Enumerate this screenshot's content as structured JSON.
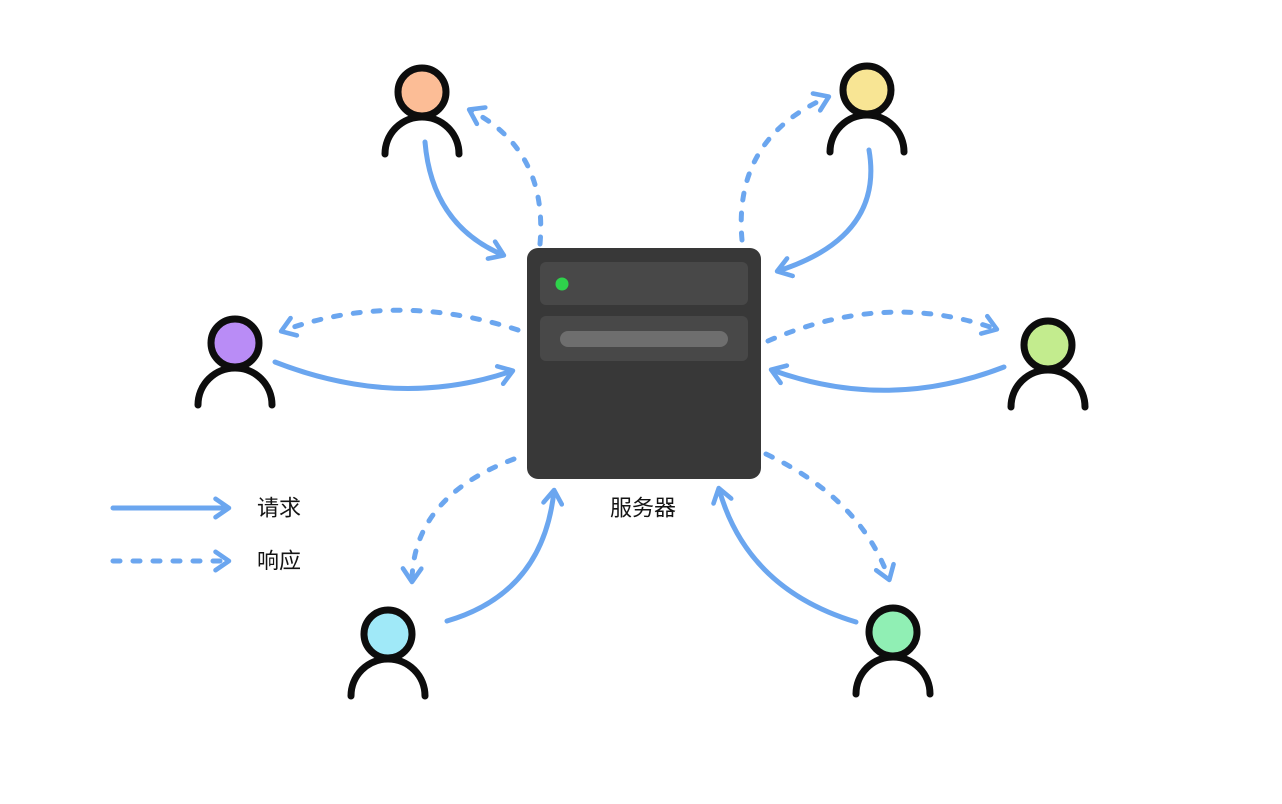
{
  "server": {
    "label": "服务器",
    "body_color": "#383838",
    "panel_color": "#484848",
    "bar_color": "#6E6E6E",
    "status_led_color": "#2ED24B"
  },
  "legend": {
    "request_label": "请求",
    "response_label": "响应",
    "arrow_color": "#6BA6EF"
  },
  "clients": [
    {
      "id": "client-top-left",
      "color": "#FCBD96"
    },
    {
      "id": "client-top-right",
      "color": "#F8E594"
    },
    {
      "id": "client-left",
      "color": "#B98CF6"
    },
    {
      "id": "client-right",
      "color": "#C3EC8E"
    },
    {
      "id": "client-bottom-left",
      "color": "#A0E9F8"
    },
    {
      "id": "client-bottom-right",
      "color": "#90EFB4"
    }
  ],
  "connections": [
    {
      "from": "client-top-left",
      "to": "server",
      "type": "request",
      "style": "solid"
    },
    {
      "from": "server",
      "to": "client-top-left",
      "type": "response",
      "style": "dashed"
    },
    {
      "from": "client-top-right",
      "to": "server",
      "type": "request",
      "style": "solid"
    },
    {
      "from": "server",
      "to": "client-top-right",
      "type": "response",
      "style": "dashed"
    },
    {
      "from": "client-left",
      "to": "server",
      "type": "request",
      "style": "solid"
    },
    {
      "from": "server",
      "to": "client-left",
      "type": "response",
      "style": "dashed"
    },
    {
      "from": "client-right",
      "to": "server",
      "type": "request",
      "style": "solid"
    },
    {
      "from": "server",
      "to": "client-right",
      "type": "response",
      "style": "dashed"
    },
    {
      "from": "client-bottom-left",
      "to": "server",
      "type": "request",
      "style": "solid"
    },
    {
      "from": "server",
      "to": "client-bottom-left",
      "type": "response",
      "style": "dashed"
    },
    {
      "from": "client-bottom-right",
      "to": "server",
      "type": "request",
      "style": "solid"
    },
    {
      "from": "server",
      "to": "client-bottom-right",
      "type": "response",
      "style": "dashed"
    }
  ]
}
